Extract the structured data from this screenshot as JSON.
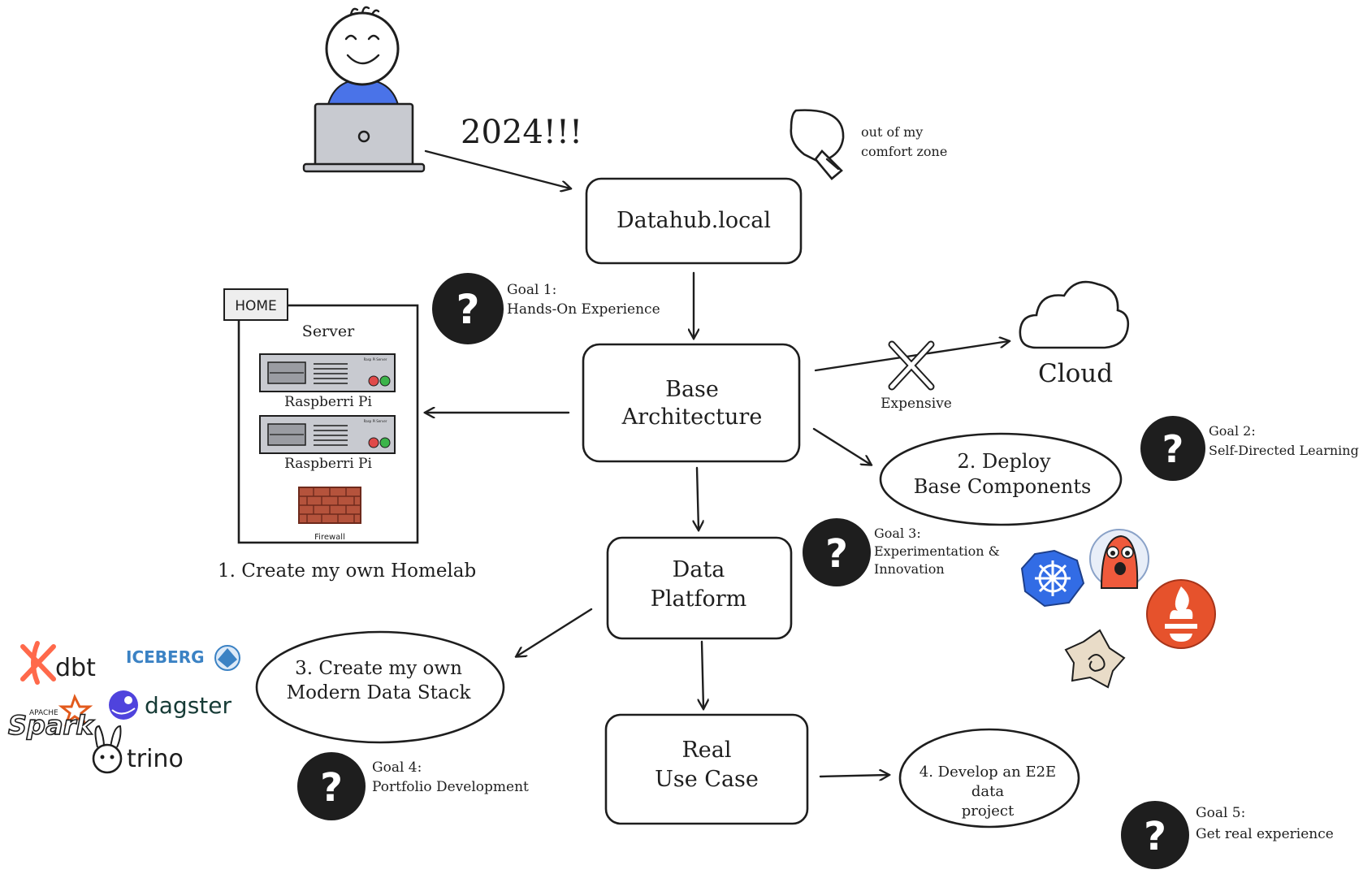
{
  "year_label": "2024!!!",
  "comfort_note": [
    "out of my",
    "comfort zone"
  ],
  "nodes": {
    "datahub": "Datahub.local",
    "base_architecture": [
      "Base",
      "Architecture"
    ],
    "data_platform": [
      "Data",
      "Platform"
    ],
    "real_use_case": [
      "Real",
      "Use Case"
    ],
    "deploy_components": [
      "2. Deploy",
      "Base Components"
    ],
    "modern_data_stack": [
      "3. Create my own",
      "Modern Data Stack"
    ],
    "e2e_project": [
      "4. Develop an E2E",
      "data",
      "project"
    ]
  },
  "homelab": {
    "tab": "HOME",
    "server_title": "Server",
    "servers": [
      {
        "label": "Raspberri Pi",
        "tag": "Rasp Pi Server"
      },
      {
        "label": "Raspberri Pi",
        "tag": "Rasp Pi Server"
      }
    ],
    "firewall": "Firewall",
    "caption": "1. Create my own Homelab"
  },
  "cloud": {
    "label": "Cloud",
    "rejected_label": "Expensive"
  },
  "goals": [
    {
      "title": "Goal 1:",
      "lines": [
        "Hands-On Experience"
      ]
    },
    {
      "title": "Goal 2:",
      "lines": [
        "Self-Directed Learning"
      ]
    },
    {
      "title": "Goal 3:",
      "lines": [
        "Experimentation &",
        "Innovation"
      ]
    },
    {
      "title": "Goal 4:",
      "lines": [
        "Portfolio Development"
      ]
    },
    {
      "title": "Goal 5:",
      "lines": [
        "Get real experience"
      ]
    }
  ],
  "goal_symbol": "?",
  "tool_logos": [
    "dbt",
    "ICEBERG",
    "APACHE",
    "Spark",
    "dagster",
    "trino"
  ],
  "icons": [
    "person-at-laptop-icon",
    "lightbulb-icon",
    "cloud-icon",
    "cross-icon",
    "server-icon",
    "firewall-icon",
    "kubernetes-icon",
    "mascot-icon",
    "prometheus-icon",
    "shell-icon",
    "dbt-icon",
    "iceberg-icon",
    "spark-icon",
    "dagster-icon",
    "trino-icon"
  ],
  "colors": {
    "ink": "#1e1e1e",
    "person_blue": "#4a73e8",
    "laptop_gray": "#c8cad0",
    "brick": "#b5533c",
    "dbt_orange": "#ff694b",
    "iceberg_blue": "#3b82c4",
    "dagster_purple": "#4f43dd",
    "k8s_blue": "#326ce5",
    "prom_red": "#e6522c"
  }
}
